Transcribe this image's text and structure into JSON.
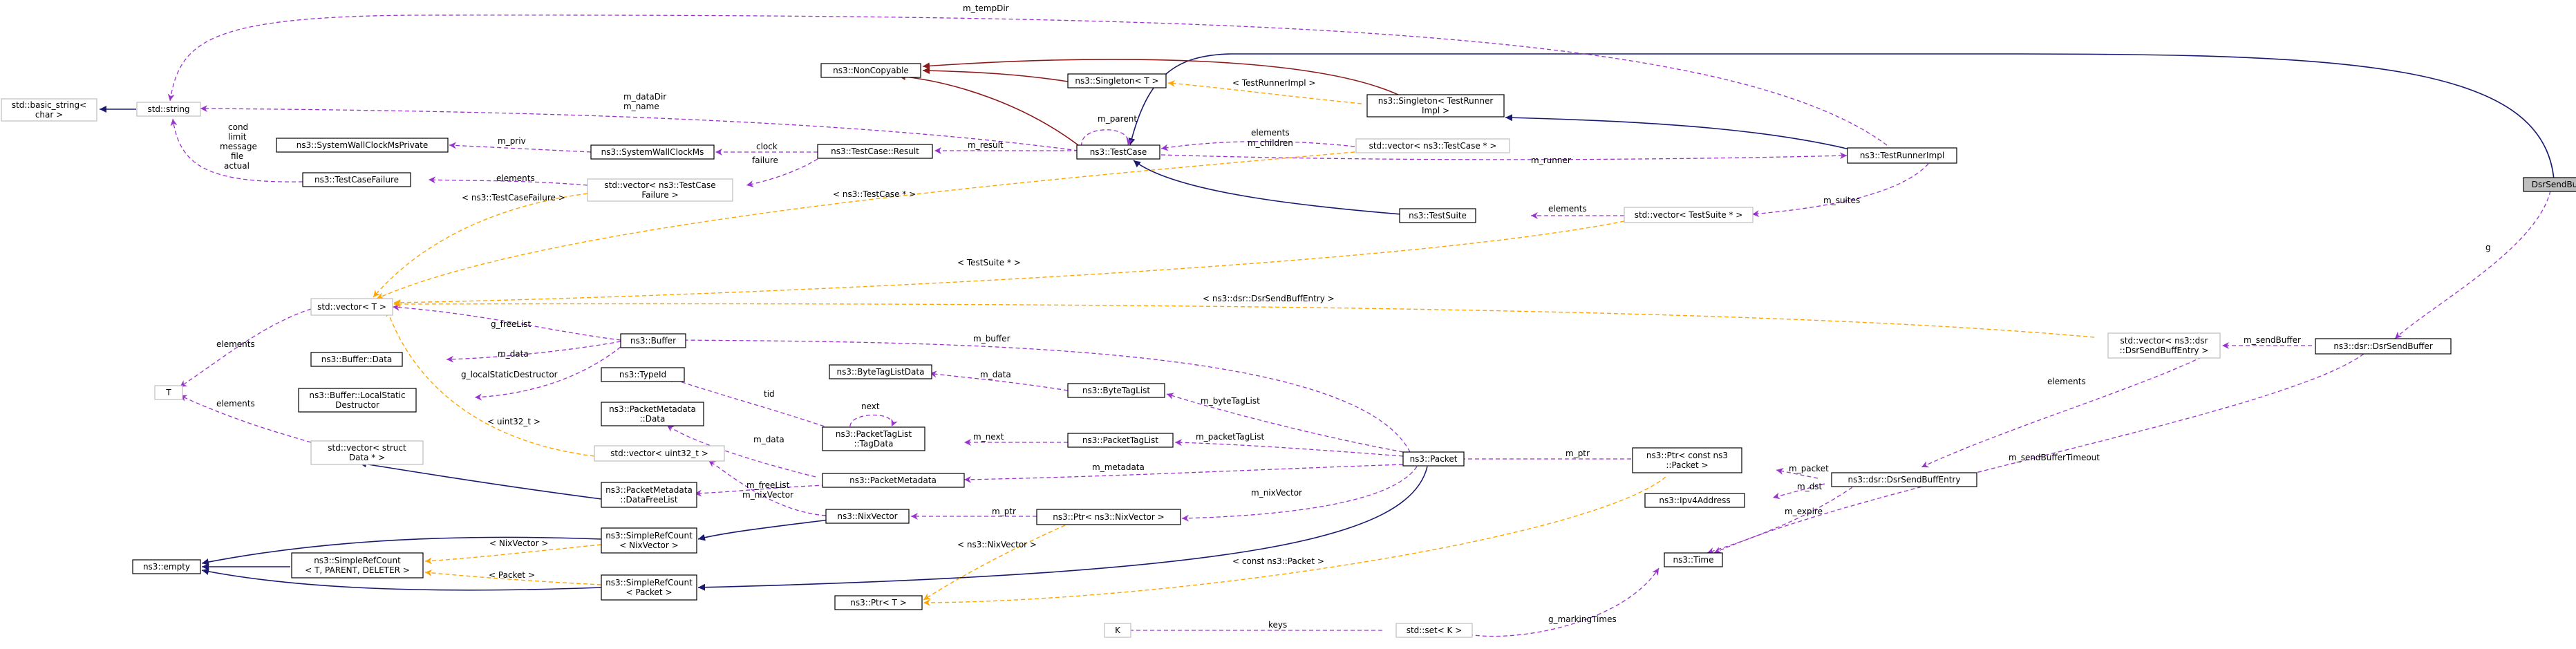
{
  "focus_class": "DsrSendBuffTest",
  "nodes": {
    "basic_string": [
      "std::basic_string<",
      "char >"
    ],
    "string": [
      "std::string"
    ],
    "noncopyable": [
      "ns3::NonCopyable"
    ],
    "singleton_t": [
      "ns3::Singleton< T >"
    ],
    "singleton_runner": [
      "ns3::Singleton< TestRunner",
      "Impl >"
    ],
    "testcase": [
      "ns3::TestCase"
    ],
    "testrunnerimpl": [
      "ns3::TestRunnerImpl"
    ],
    "dsrsendbufftest": [
      "DsrSendBuffTest"
    ],
    "syswallpriv": [
      "ns3::SystemWallClockMsPrivate"
    ],
    "syswall": [
      "ns3::SystemWallClockMs"
    ],
    "result": [
      "ns3::TestCase::Result"
    ],
    "vec_testcase": [
      "std::vector< ns3::TestCase * >"
    ],
    "testcasefailure": [
      "ns3::TestCaseFailure"
    ],
    "vec_failure": [
      "std::vector< ns3::TestCase",
      "Failure >"
    ],
    "testsuite": [
      "ns3::TestSuite"
    ],
    "vec_testsuite": [
      "std::vector< TestSuite * >"
    ],
    "vector_t": [
      "std::vector< T >"
    ],
    "buffer": [
      "ns3::Buffer"
    ],
    "buffer_data": [
      "ns3::Buffer::Data"
    ],
    "buffer_lsd": [
      "ns3::Buffer::LocalStatic",
      "Destructor"
    ],
    "t": [
      "T"
    ],
    "vec_struct": [
      "std::vector< struct",
      "Data * >"
    ],
    "typeid": [
      "ns3::TypeId"
    ],
    "pm_data": [
      "ns3::PacketMetadata",
      "::Data"
    ],
    "bytetaglistdata": [
      "ns3::ByteTagListData"
    ],
    "bytetaglist": [
      "ns3::ByteTagList"
    ],
    "ptl_tagdata": [
      "ns3::PacketTagList",
      "::TagData"
    ],
    "packettaglist": [
      "ns3::PacketTagList"
    ],
    "vec_uint32": [
      "std::vector< uint32_t >"
    ],
    "packetmetadata": [
      "ns3::PacketMetadata"
    ],
    "pm_dfl": [
      "ns3::PacketMetadata",
      "::DataFreeList"
    ],
    "nixvector": [
      "ns3::NixVector"
    ],
    "ptr_nix": [
      "ns3::Ptr< ns3::NixVector >"
    ],
    "packet": [
      "ns3::Packet"
    ],
    "ptr_const_packet": [
      "ns3::Ptr< const ns3",
      "::Packet >"
    ],
    "ipv4address": [
      "ns3::Ipv4Address"
    ],
    "dsrsendbuffentry": [
      "ns3::dsr::DsrSendBuffEntry"
    ],
    "vec_dsrentry": [
      "std::vector< ns3::dsr",
      "::DsrSendBuffEntry >"
    ],
    "dsrsendbuffer": [
      "ns3::dsr::DsrSendBuffer"
    ],
    "empty": [
      "ns3::empty"
    ],
    "src_generic": [
      "ns3::SimpleRefCount",
      "< T, PARENT, DELETER >"
    ],
    "src_nix": [
      "ns3::SimpleRefCount",
      "< NixVector >"
    ],
    "src_packet": [
      "ns3::SimpleRefCount",
      "< Packet >"
    ],
    "ptr_t": [
      "ns3::Ptr< T >"
    ],
    "time": [
      "ns3::Time"
    ],
    "k": [
      "K"
    ],
    "set_k": [
      "std::set< K >"
    ]
  },
  "edge_labels": {
    "m_tempDir": "m_tempDir",
    "m_dataDir": [
      "m_dataDir",
      "m_name"
    ],
    "m_parent": "m_parent",
    "string_members": [
      "cond",
      "limit",
      "message",
      "file",
      "actual"
    ],
    "testrunnerimpl_tpl": "< TestRunnerImpl >",
    "m_priv": "m_priv",
    "clock": "clock",
    "failure": "failure",
    "m_result": "m_result",
    "children": [
      "elements",
      "m_children"
    ],
    "m_runner": "m_runner",
    "elements_failure": "elements",
    "tpl_failure": "< ns3::TestCaseFailure >",
    "tpl_testcase_ptr": "< ns3::TestCase * >",
    "m_suites": "m_suites",
    "elements_suite": "elements",
    "tpl_testsuite": "< TestSuite * >",
    "tpl_dsrentry": "< ns3::dsr::DsrSendBuffEntry >",
    "g": "g",
    "m_sendBuffer": "m_sendBuffer",
    "elements_t": "elements",
    "g_freeList": "g_freeList",
    "m_buffer": "m_buffer",
    "m_data_buffer": "m_data",
    "g_localStaticDestructor": "g_localStaticDestructor",
    "elements_struct": "elements",
    "elements_dsr": "elements",
    "tid": "tid",
    "m_data_btl": "m_data",
    "m_byteTagList": "m_byteTagList",
    "next": "next",
    "m_next": "m_next",
    "m_packetTagList": "m_packetTagList",
    "m_data_pm": "m_data",
    "tpl_uint32": "< uint32_t >",
    "m_metadata": "m_metadata",
    "m_ptr_packet": "m_ptr",
    "m_sendBufferTimeout": "m_sendBufferTimeout",
    "m_freeList": [
      "m_freeList",
      "m_nixVector"
    ],
    "m_nixVector": "m_nixVector",
    "m_packet": "m_packet",
    "m_dst": "m_dst",
    "m_ptr_nix": "m_ptr",
    "m_expire": "m_expire",
    "tpl_nixvector_ptr": "< ns3::NixVector >",
    "tpl_nixvector": "< NixVector >",
    "tpl_const_packet": "< const ns3::Packet >",
    "tpl_packet": "< Packet >",
    "keys": "keys",
    "g_markingTimes": "g_markingTimes"
  },
  "colors": {
    "inheritance": "#191970",
    "usage": "#9a32cd",
    "template": "#ffa500",
    "private_inheritance": "#8b1a1a",
    "focus_fill": "#bfbfbf",
    "undocumented_border": "#bfbfbf"
  }
}
